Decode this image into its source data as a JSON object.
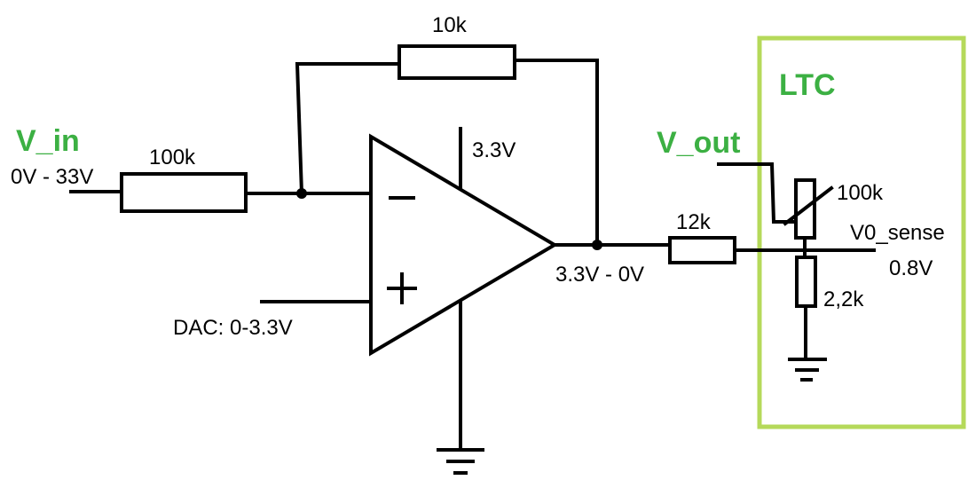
{
  "labels": {
    "v_in": "V_in",
    "v_in_range": "0V - 33V",
    "r_in": "100k",
    "r_feedback": "10k",
    "supply": "3.3V",
    "minus_sign": "−",
    "plus_sign": "+",
    "dac": "DAC: 0-3.3V",
    "opamp_out_range": "3.3V - 0V",
    "r_series": "12k",
    "v_out": "V_out",
    "r_pot": "100k",
    "v0_sense": "V0_sense",
    "v0_value": "0.8V",
    "r_bottom": "2,2k",
    "ltc": "LTC"
  },
  "colors": {
    "accent_green": "#3cb043",
    "box_green": "#b5d95a",
    "ink": "#000000"
  }
}
